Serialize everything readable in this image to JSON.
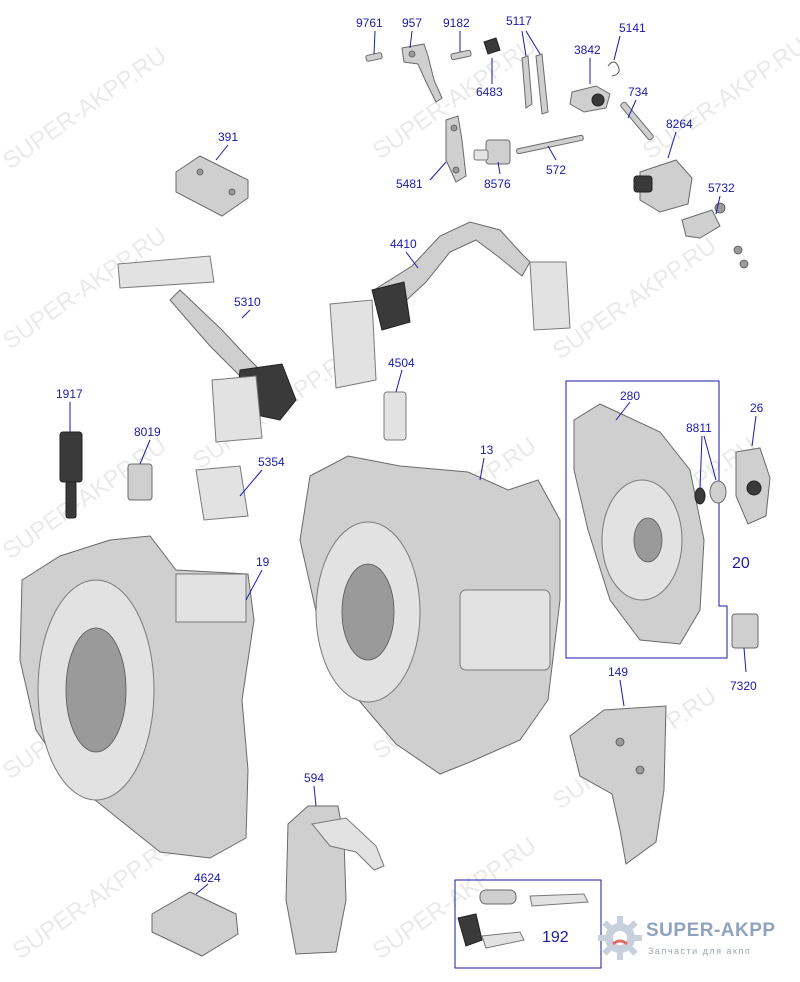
{
  "watermark_text": "SUPER-AKPP.RU",
  "logo": {
    "brand": "SUPER-AKPP",
    "tagline": "Запчасти для акпп"
  },
  "callouts": [
    {
      "id": "9761",
      "label": "9761"
    },
    {
      "id": "957",
      "label": "957"
    },
    {
      "id": "9182",
      "label": "9182"
    },
    {
      "id": "5117",
      "label": "5117"
    },
    {
      "id": "5141",
      "label": "5141"
    },
    {
      "id": "6483",
      "label": "6483"
    },
    {
      "id": "3842",
      "label": "3842"
    },
    {
      "id": "734",
      "label": "734"
    },
    {
      "id": "391",
      "label": "391"
    },
    {
      "id": "8264",
      "label": "8264"
    },
    {
      "id": "5481",
      "label": "5481"
    },
    {
      "id": "8576",
      "label": "8576"
    },
    {
      "id": "572",
      "label": "572"
    },
    {
      "id": "5732",
      "label": "5732"
    },
    {
      "id": "4410",
      "label": "4410"
    },
    {
      "id": "5310",
      "label": "5310"
    },
    {
      "id": "4504",
      "label": "4504"
    },
    {
      "id": "280",
      "label": "280"
    },
    {
      "id": "26",
      "label": "26"
    },
    {
      "id": "1917",
      "label": "1917"
    },
    {
      "id": "8019",
      "label": "8019"
    },
    {
      "id": "8811",
      "label": "8811"
    },
    {
      "id": "13",
      "label": "13"
    },
    {
      "id": "5354",
      "label": "5354"
    },
    {
      "id": "20",
      "label": "20"
    },
    {
      "id": "19",
      "label": "19"
    },
    {
      "id": "7320",
      "label": "7320"
    },
    {
      "id": "149",
      "label": "149"
    },
    {
      "id": "594",
      "label": "594"
    },
    {
      "id": "4624",
      "label": "4624"
    },
    {
      "id": "192",
      "label": "192"
    }
  ]
}
